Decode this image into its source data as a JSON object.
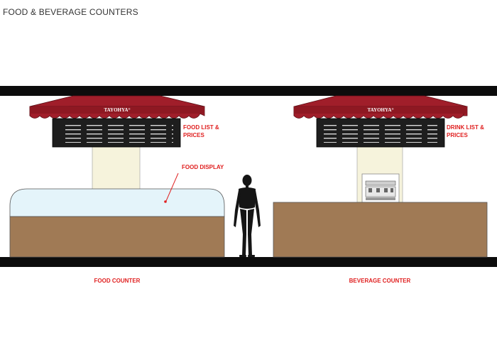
{
  "title": "FOOD & BEVERAGE COUNTERS",
  "brand": "TAYOHYA",
  "brand_mark": "®",
  "food": {
    "menu_label_line1": "FOOD LIST &",
    "menu_label_line2": "PRICES",
    "display_label": "FOOD DISPLAY",
    "counter_label": "FOOD COUNTER"
  },
  "beverage": {
    "menu_label_line1": "DRINK LIST &",
    "menu_label_line2": "PRICES",
    "counter_label": "BEVERAGE COUNTER"
  },
  "colors": {
    "awning_red": "#a01e2a",
    "counter_brown": "#a07a55",
    "display_case": "#e4f4fa",
    "column": "#f6f3dc",
    "beam": "#0c0c0c",
    "label_red": "#e02020",
    "signboard": "#1e1e1e"
  },
  "icons": {
    "mannequin": "human-figure-icon",
    "coffee_machine": "espresso-machine-icon"
  }
}
